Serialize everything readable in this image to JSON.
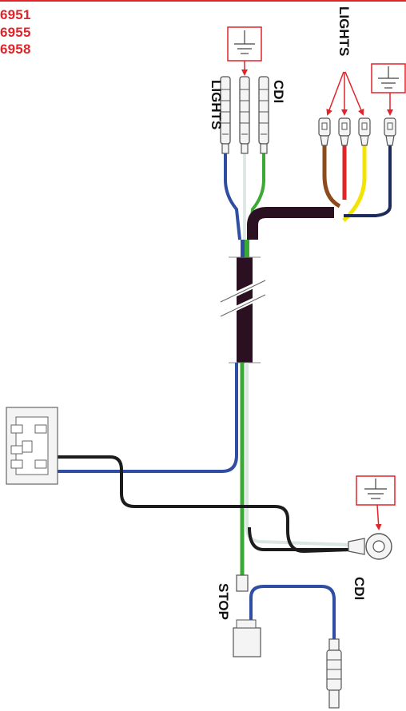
{
  "part_numbers": [
    "6951",
    "6955",
    "6958"
  ],
  "labels": {
    "lights_top_right": "LIGHTS",
    "lights_left": "LIGHTS",
    "cdi_top": "CDI",
    "stop": "STOP",
    "cdi_bottom": "CDI"
  },
  "colors": {
    "accent_red": "#e0242a",
    "wire_blue": "#2f4ea3",
    "wire_green": "#3aaa35",
    "wire_white": "#d9e6e2",
    "wire_black": "#1c1c1c",
    "wire_brown": "#8b4b1a",
    "wire_red": "#e0242a",
    "wire_yellow": "#f2e400",
    "wire_navy": "#1d2a5c",
    "sheath": "#2a1020"
  },
  "icons": [
    "ground-symbol-icon",
    "ground-symbol-icon",
    "ground-symbol-icon"
  ]
}
